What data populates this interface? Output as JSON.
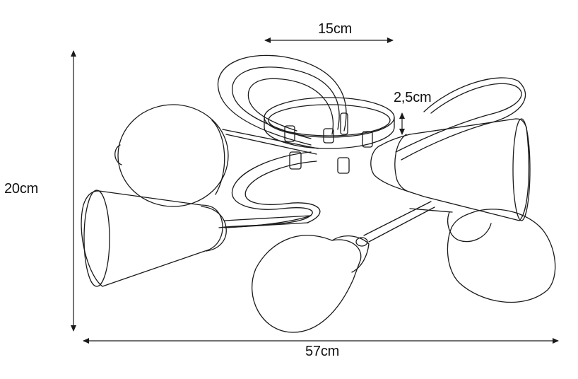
{
  "diagram": {
    "dimensions": {
      "top_width": "15cm",
      "canopy_depth": "2,5cm",
      "height": "20cm",
      "width": "57cm"
    },
    "colors": {
      "line": "#1a1a1a",
      "background": "#ffffff"
    }
  }
}
